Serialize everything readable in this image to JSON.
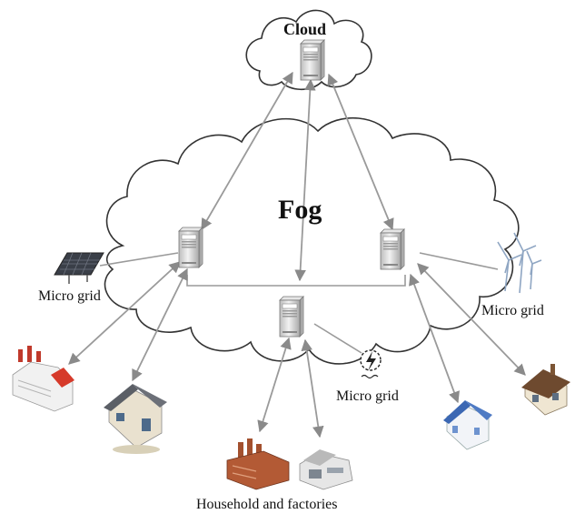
{
  "labels": {
    "cloud": "Cloud",
    "fog": "Fog",
    "micro_grid_left": "Micro grid",
    "micro_grid_right": "Micro grid",
    "micro_grid_center": "Micro grid",
    "households": "Household and factories"
  },
  "nodes": {
    "cloud_server": "server-icon",
    "fog_server_left": "server-icon",
    "fog_server_right": "server-icon",
    "fog_server_center": "server-icon",
    "solar_panel": "solar-panel-icon",
    "wind_turbines": "wind-turbine-icon",
    "generator": "lightning-generator-icon",
    "factory_left": "factory-icon",
    "house_left": "house-icon",
    "factory_bottom_left": "brick-factory-icon",
    "factory_bottom_right": "gray-factory-icon",
    "house_right": "blue-house-icon",
    "house_far_right": "cottage-icon"
  },
  "colors": {
    "arrow": "#9a9a9a",
    "outline": "#333333",
    "server_body": "#d9d9d9"
  }
}
